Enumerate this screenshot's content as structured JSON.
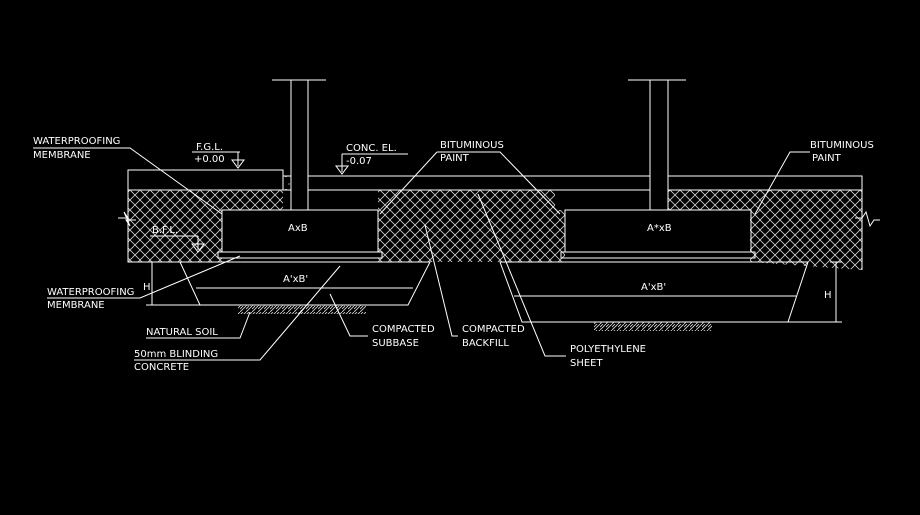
{
  "colors": {
    "background": "#000000",
    "lines": "#ffffff",
    "hatch": "#e6e6e6"
  },
  "labels": {
    "waterproofing_top_1": "WATERPROOFING",
    "waterproofing_top_2": "MEMBRANE",
    "fgl_title": "F.G.L.",
    "fgl_value": "+0.00",
    "conc_title": "CONC. EL.",
    "conc_value": "-0.07",
    "bit_center_1": "BITUMINOUS",
    "bit_center_2": "PAINT",
    "bit_right_1": "BITUMINOUS",
    "bit_right_2": "PAINT",
    "bfl": "B.F.L.",
    "axb_left": "AxB",
    "axb_right": "A*xB",
    "apbp_left": "A'xB'",
    "apbp_right": "A'xB'",
    "h_left": "H",
    "h_right": "H",
    "waterproofing_low_1": "WATERPROOFING",
    "waterproofing_low_2": "MEMBRANE",
    "natural_soil": "NATURAL SOIL",
    "blinding_1": "50mm BLINDING",
    "blinding_2": "CONCRETE",
    "subbase_1": "COMPACTED",
    "subbase_2": "SUBBASE",
    "backfill_1": "COMPACTED",
    "backfill_2": "BACKFILL",
    "poly_1": "POLYETHYLENE",
    "poly_2": "SHEET"
  }
}
